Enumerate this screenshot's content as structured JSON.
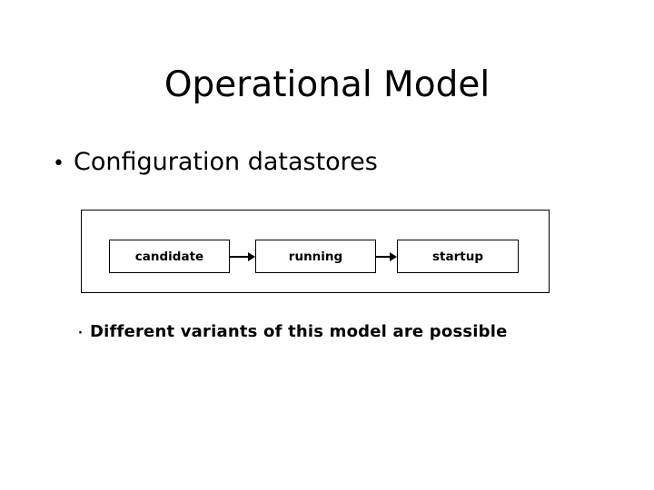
{
  "slide": {
    "title": "Operational Model",
    "bullets": [
      {
        "level": 1,
        "marker": "•",
        "text": "Configuration datastores"
      },
      {
        "level": 2,
        "marker": "·",
        "text": "Different variants of this model are possible"
      }
    ],
    "diagram": {
      "nodes": [
        {
          "label": "candidate"
        },
        {
          "label": "running"
        },
        {
          "label": "startup"
        }
      ],
      "arrows": [
        {
          "from": "candidate",
          "to": "running",
          "glyph": "arrow-right-icon"
        },
        {
          "from": "running",
          "to": "startup",
          "glyph": "arrow-right-icon"
        }
      ]
    }
  },
  "colors": {
    "background": "#ffffff",
    "foreground": "#000000",
    "stroke": "#000000"
  }
}
